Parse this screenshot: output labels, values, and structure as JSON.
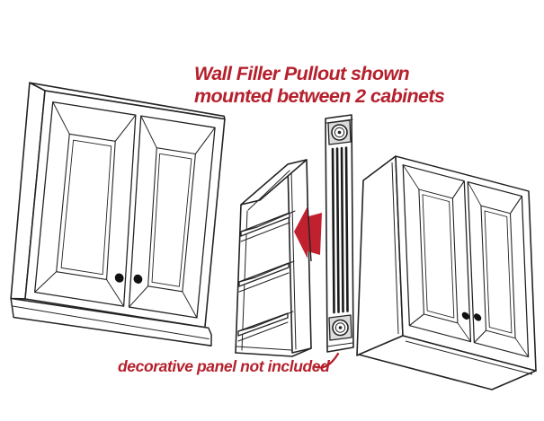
{
  "colors": {
    "bg": "#ffffff",
    "ink": "#232323",
    "accent_red": "#b5202c",
    "arrow_red": "#c1212e",
    "rosette_gray": "#dcdcdc"
  },
  "annotations": {
    "title_line1": "Wall Filler Pullout shown",
    "title_line2": "mounted between 2 cabinets",
    "caption": "decorative panel not included"
  },
  "illustration": {
    "left_cabinet": "two-door wall cabinet line drawing",
    "pullout_unit": "narrow wall filler pullout with three shelves",
    "decorative_panel": "fluted decorative panel with rosette medallions",
    "right_cabinet": "two-door wall cabinet line drawing",
    "arrow_icon": "left-block-arrow"
  }
}
